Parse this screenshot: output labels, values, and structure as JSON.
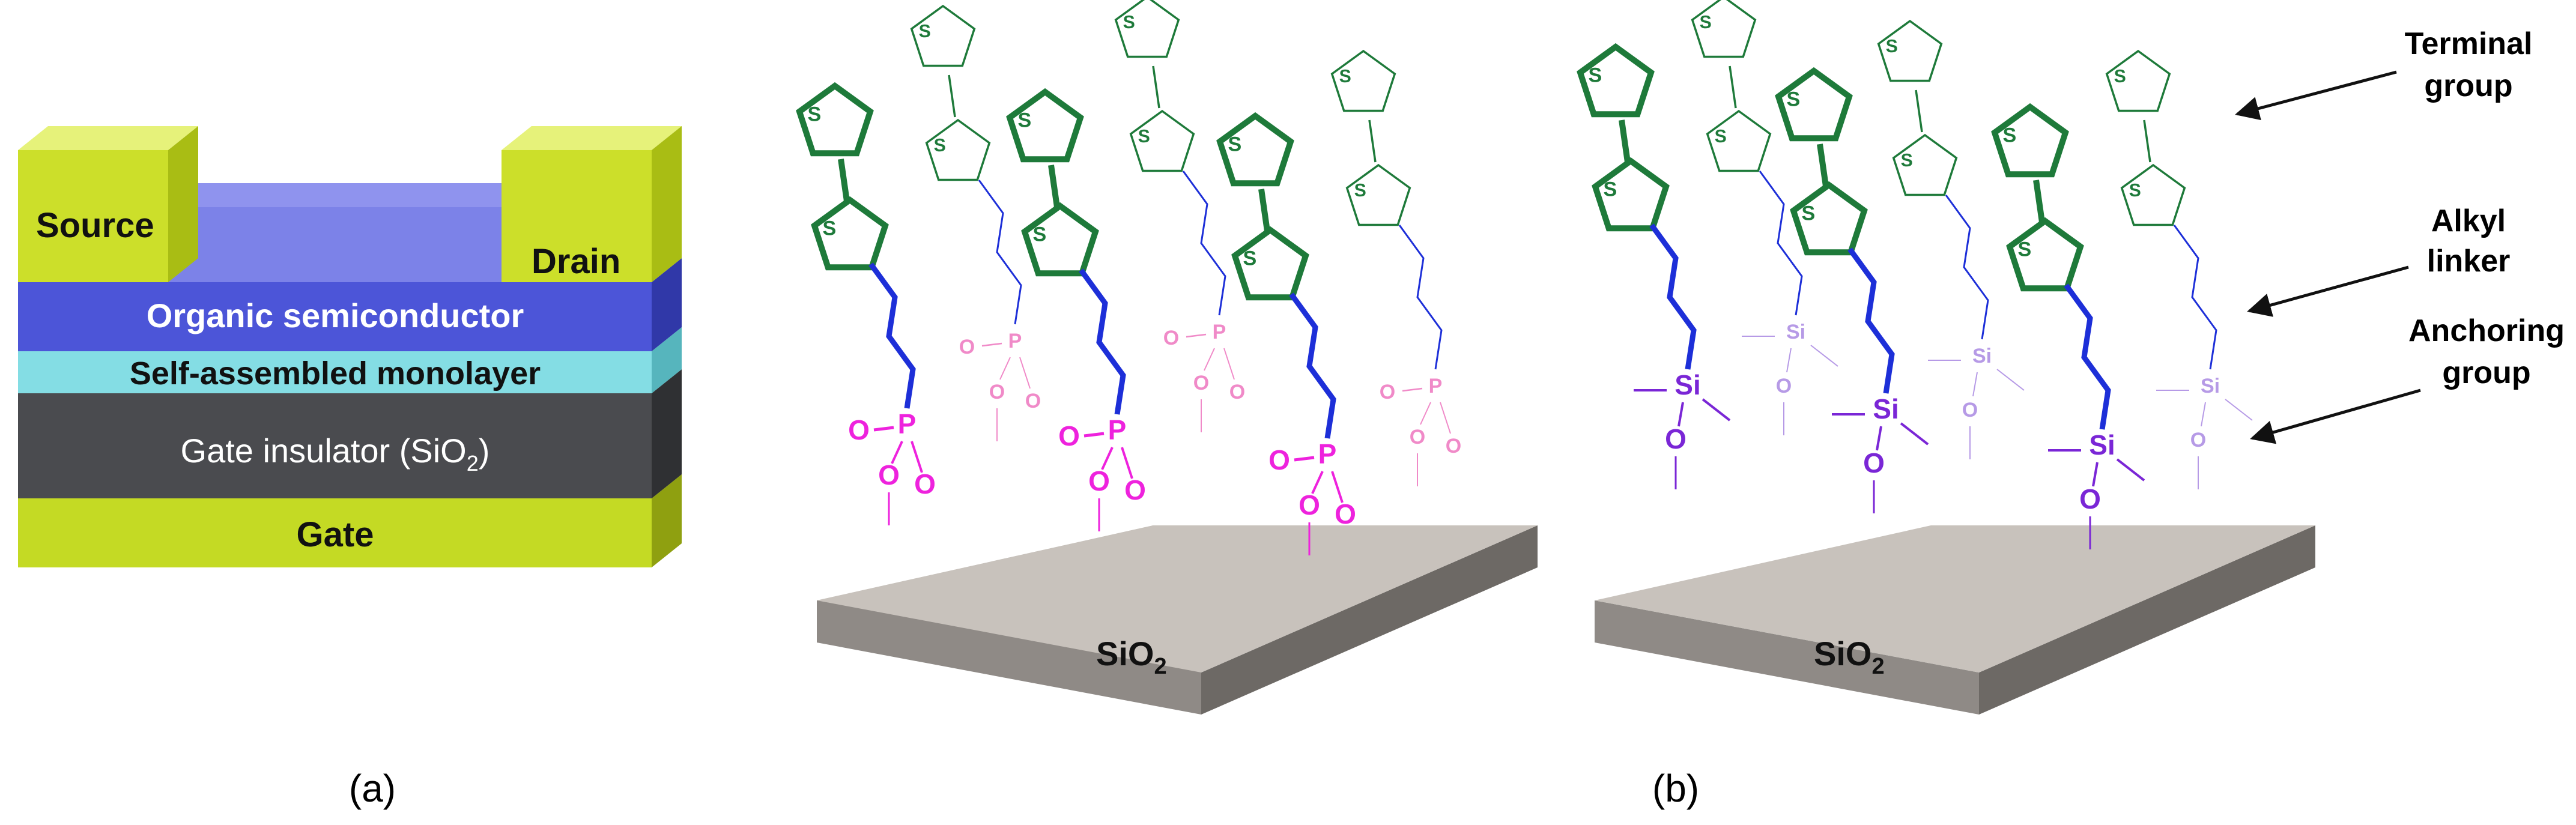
{
  "panel_a": {
    "caption": "(a)",
    "layers": {
      "source": "Source",
      "drain": "Drain",
      "semiconductor": "Organic semiconductor",
      "sam": "Self-assembled monolayer",
      "insulator_main": "Gate insulator (SiO",
      "insulator_sub": "2",
      "insulator_close": ")",
      "gate": "Gate"
    },
    "colors": {
      "electrode": "#ccdf2a",
      "semiconductor": "#4c55d8",
      "sam": "#84dde4",
      "insulator": "#4a4b4f",
      "gate": "#c4da24"
    }
  },
  "panel_b": {
    "caption": "(b)",
    "substrate_main": "SiO",
    "substrate_sub": "2",
    "atom_S": "S",
    "atom_P": "P",
    "atom_O": "O",
    "atom_Si": "Si",
    "colors": {
      "thiophene": "#1e7a3a",
      "linker": "#1d2fd8",
      "phosphonate": "#ee22dd",
      "phosphonate_light": "#f08ac8",
      "silane": "#7a26d6",
      "silane_light": "#b69ae6",
      "substrate_top": "#c8c2bc",
      "substrate_side": "#8f8a86"
    }
  },
  "labels": {
    "terminal_line1": "Terminal",
    "terminal_line2": "group",
    "alkyl_line1": "Alkyl",
    "alkyl_line2": "linker",
    "anchoring_line1": "Anchoring",
    "anchoring_line2": "group"
  }
}
